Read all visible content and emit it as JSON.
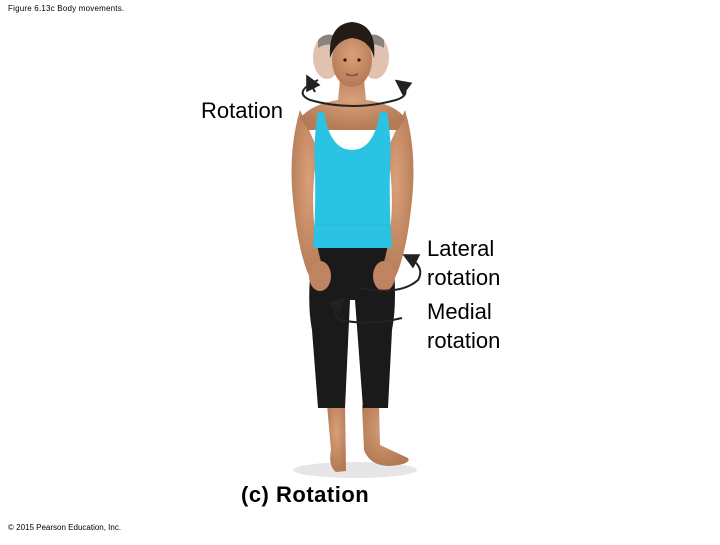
{
  "figure": {
    "caption": "Figure 6.13c Body movements.",
    "copyright": "© 2015 Pearson Education, Inc.",
    "panel_title": "(c) Rotation",
    "labels": {
      "head_rotation": "Rotation",
      "lateral_rotation": [
        "Lateral",
        "rotation"
      ],
      "medial_rotation": [
        "Medial",
        "rotation"
      ]
    },
    "colors": {
      "tank_top": "#2bc3e3",
      "leggings": "#1a1a1a",
      "skin": "#c98e68",
      "hair": "#231b16",
      "arrow": "#222222"
    }
  }
}
